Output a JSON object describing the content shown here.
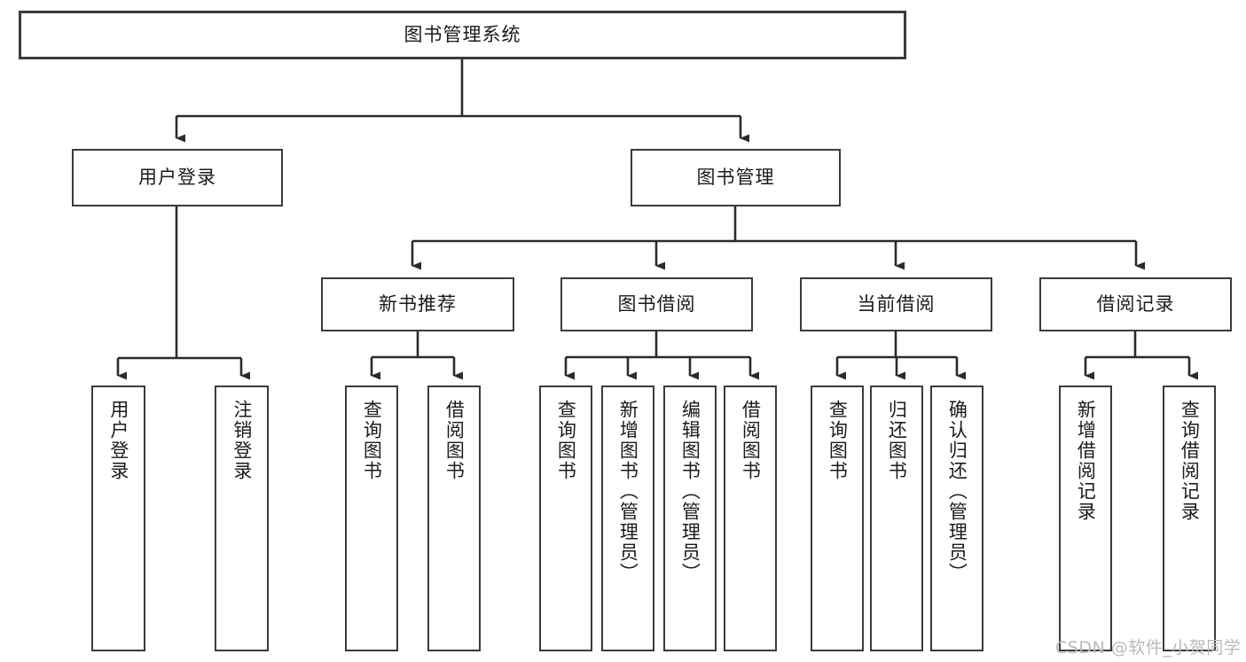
{
  "diagram": {
    "type": "tree-hierarchy-functional-decomposition",
    "title": "图书管理系统",
    "watermark": "CSDN @软件_小贺同学",
    "colors": {
      "box_border": "#3b3b3b",
      "box_fill": "#ffffff",
      "connector": "#2b2b2b",
      "text": "#1b1b1b",
      "watermark": "#b9b9b9"
    },
    "nodes": {
      "root": {
        "label": "图书管理系统"
      },
      "level1": [
        {
          "id": "user-login",
          "label": "用户登录"
        },
        {
          "id": "book-manage",
          "label": "图书管理"
        }
      ],
      "level2": [
        {
          "id": "new-book-recommend",
          "label": "新书推荐"
        },
        {
          "id": "book-borrow",
          "label": "图书借阅"
        },
        {
          "id": "current-borrow",
          "label": "当前借阅"
        },
        {
          "id": "borrow-record",
          "label": "借阅记录"
        }
      ],
      "leaves": {
        "user_login": [
          {
            "id": "leaf-user-login",
            "label": "用户登录"
          },
          {
            "id": "leaf-logout-login",
            "label": "注销登录"
          }
        ],
        "new_book_recommend": [
          {
            "id": "leaf-query-book-1",
            "label": "查询图书"
          },
          {
            "id": "leaf-borrow-book-1",
            "label": "借阅图书"
          }
        ],
        "book_borrow": [
          {
            "id": "leaf-query-book-2",
            "label": "查询图书"
          },
          {
            "id": "leaf-add-book",
            "label": "新增图书（管理员）"
          },
          {
            "id": "leaf-edit-book",
            "label": "编辑图书（管理员）"
          },
          {
            "id": "leaf-borrow-book-2",
            "label": "借阅图书"
          }
        ],
        "current_borrow": [
          {
            "id": "leaf-query-book-3",
            "label": "查询图书"
          },
          {
            "id": "leaf-return-book",
            "label": "归还图书"
          },
          {
            "id": "leaf-confirm-return",
            "label": "确认归还（管理员）"
          }
        ],
        "borrow_record": [
          {
            "id": "leaf-add-record",
            "label": "新增借阅记录"
          },
          {
            "id": "leaf-query-record",
            "label": "查询借阅记录"
          }
        ]
      }
    }
  }
}
